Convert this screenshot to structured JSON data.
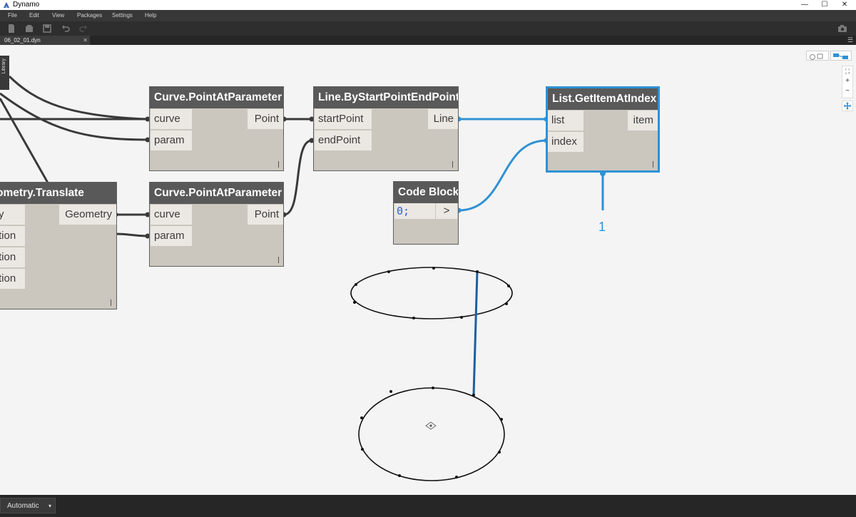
{
  "window": {
    "title": "Dynamo",
    "controls": {
      "minimize": "—",
      "maximize": "☐",
      "close": "✕"
    }
  },
  "menu": {
    "items": [
      {
        "label": "File"
      },
      {
        "label": "Edit"
      },
      {
        "label": "View"
      },
      {
        "label": "Packages"
      },
      {
        "label": "Settings"
      },
      {
        "label": "Help"
      }
    ]
  },
  "toolbar": {
    "icons": [
      "new-file-icon",
      "open-icon",
      "save-icon",
      "undo-icon",
      "redo-icon",
      "camera-icon"
    ]
  },
  "tabs": {
    "active_label": "06_02_01.dyn",
    "close": "✕",
    "menu": "☰"
  },
  "library": {
    "label": "Library"
  },
  "zoom": {
    "fit": "⛶",
    "in": "+",
    "out": "−"
  },
  "nodes": {
    "pap1": {
      "title": "Curve.PointAtParameter",
      "in1": "curve",
      "in2": "param",
      "out": "Point"
    },
    "lbsp": {
      "title": "Line.ByStartPointEndPoint",
      "in1": "startPoint",
      "in2": "endPoint",
      "out": "Line"
    },
    "gia": {
      "title": "List.GetItemAtIndex",
      "in1": "list",
      "in2": "index",
      "out": "item"
    },
    "gt": {
      "title": "ometry.Translate",
      "in1": "y",
      "in2": "tion",
      "in3": "tion",
      "in4": "tion",
      "out": "Geometry"
    },
    "pap2": {
      "title": "Curve.PointAtParameter",
      "in1": "curve",
      "in2": "param",
      "out": "Point"
    },
    "cb": {
      "title": "Code Block",
      "code": "0;",
      "out": ">"
    }
  },
  "watch": {
    "value": "1"
  },
  "statusbar": {
    "run_mode": "Automatic",
    "dropdown_arrow": "▾"
  },
  "colors": {
    "accent": "#2f91d4",
    "wire": "#3a3a3a",
    "node_header": "#595959",
    "node_body": "#cbc6be",
    "port_bg": "#ebe8e3",
    "canvas": "#f4f4f4",
    "geometry_line": "#1c5fa0"
  }
}
